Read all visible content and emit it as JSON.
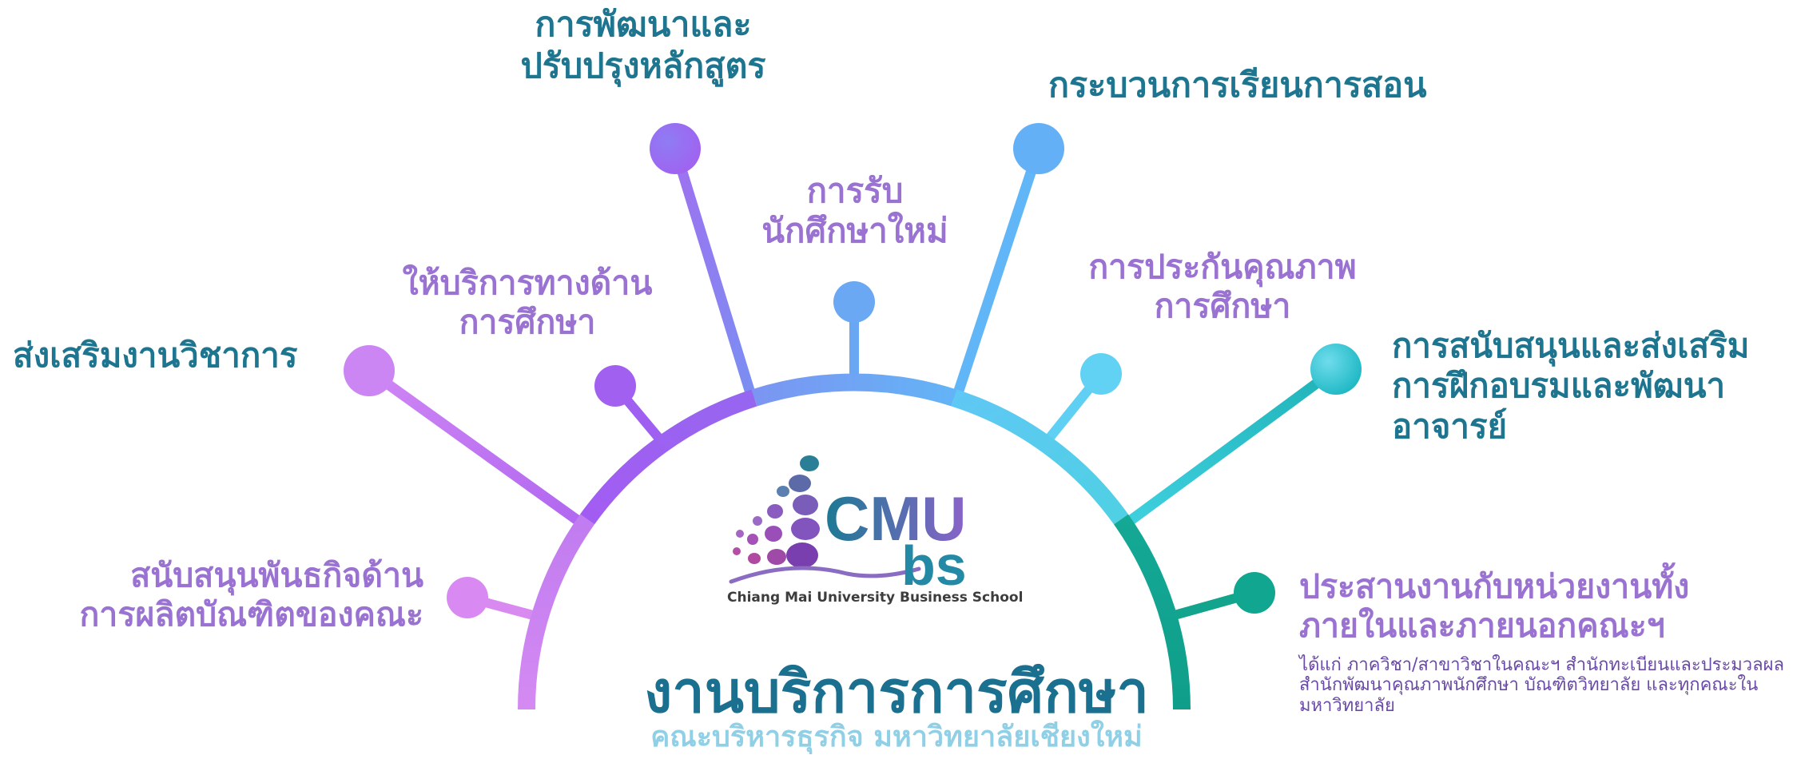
{
  "title": "งานบริการการศึกษา",
  "subtitle": "คณะบริหารธุรกิจ มหาวิทยาลัยเชียงใหม่",
  "logo": {
    "wordmark_top": "CMU",
    "wordmark_bottom": "bs",
    "caption": "Chiang Mai University Business School"
  },
  "branches": [
    {
      "id": "academic-promotion",
      "lines": [
        "ส่งเสริมงานวิชาการ"
      ]
    },
    {
      "id": "education-service",
      "lines": [
        "ให้บริการทางด้าน",
        "การศึกษา"
      ]
    },
    {
      "id": "curriculum-development",
      "lines": [
        "การพัฒนาและ",
        "ปรับปรุงหลักสูตร"
      ]
    },
    {
      "id": "student-admission",
      "lines": [
        "การรับ",
        "นักศึกษาใหม่"
      ]
    },
    {
      "id": "teaching-learning",
      "lines": [
        "กระบวนการเรียนการสอน"
      ]
    },
    {
      "id": "quality-assurance",
      "lines": [
        "การประกันคุณภาพ",
        "การศึกษา"
      ]
    },
    {
      "id": "faculty-development",
      "lines": [
        "การสนับสนุนและส่งเสริม",
        "การฝึกอบรมและพัฒนา",
        "อาจารย์"
      ]
    },
    {
      "id": "coordination",
      "lines": [
        "ประสานงานกับหน่วยงานทั้ง",
        "ภายในและภายนอกคณะฯ"
      ],
      "note": [
        "ได้แก่ ภาควิชา/สาขาวิชาในคณะฯ สำนักทะเบียนและประมวลผล",
        "สำนักพัฒนาคุณภาพนักศึกษา บัณฑิตวิทยาลัย และทุกคณะใน",
        "มหาวิทยาลัย"
      ]
    },
    {
      "id": "graduate-mission",
      "lines": [
        "สนับสนุนพันธกิจด้าน",
        "การผลิตบัณฑิตของคณะ"
      ]
    }
  ],
  "colors": {
    "teal_text": "#1d7590",
    "purple_text": "#9a72d2",
    "arc_stops": [
      "#d58af2",
      "#9d5cf0",
      "#6f9df3",
      "#5fd0f3",
      "#3cc7d2",
      "#12a48d"
    ]
  }
}
